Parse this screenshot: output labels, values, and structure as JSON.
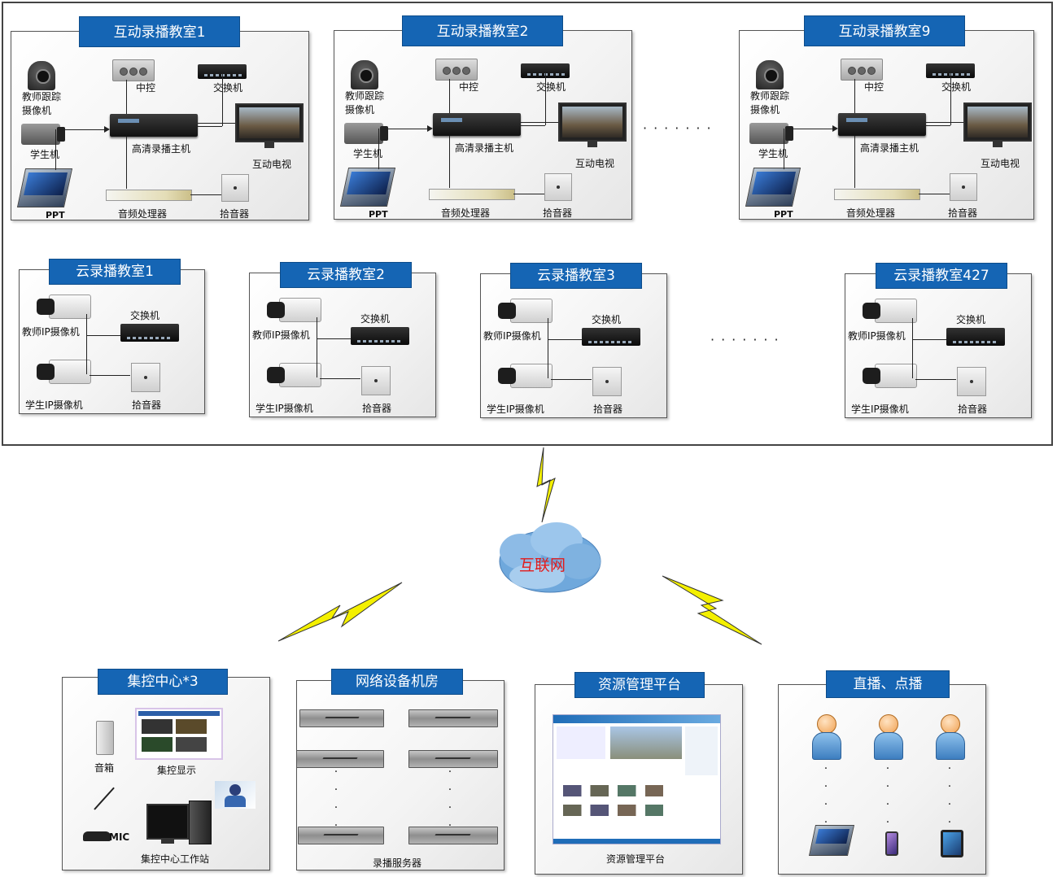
{
  "interactive_rooms": [
    {
      "title": "互动录播教室1",
      "teacher_cam": "教师跟踪\n摄像机",
      "control": "中控",
      "switch": "交换机",
      "student": "学生机",
      "host": "高清录播主机",
      "tv": "互动电视",
      "ppt": "PPT",
      "audio": "音频处理器",
      "mic": "拾音器"
    },
    {
      "title": "互动录播教室2",
      "teacher_cam": "教师跟踪\n摄像机",
      "control": "中控",
      "switch": "交换机",
      "student": "学生机",
      "host": "高清录播主机",
      "tv": "互动电视",
      "ppt": "PPT",
      "audio": "音频处理器",
      "mic": "拾音器"
    },
    {
      "title": "互动录播教室9",
      "teacher_cam": "教师跟踪\n摄像机",
      "control": "中控",
      "switch": "交换机",
      "student": "学生机",
      "host": "高清录播主机",
      "tv": "互动电视",
      "ppt": "PPT",
      "audio": "音频处理器",
      "mic": "拾音器"
    }
  ],
  "cloud_rooms": [
    {
      "title": "云录播教室1",
      "teacher": "教师IP摄像机",
      "switch": "交换机",
      "student": "学生IP摄像机",
      "mic": "拾音器"
    },
    {
      "title": "云录播教室2",
      "teacher": "教师IP摄像机",
      "switch": "交换机",
      "student": "学生IP摄像机",
      "mic": "拾音器"
    },
    {
      "title": "云录播教室3",
      "teacher": "教师IP摄像机",
      "switch": "交换机",
      "student": "学生IP摄像机",
      "mic": "拾音器"
    },
    {
      "title": "云录播教室427",
      "teacher": "教师IP摄像机",
      "switch": "交换机",
      "student": "学生IP摄像机",
      "mic": "拾音器"
    }
  ],
  "internet": "互联网",
  "bottom": {
    "control_center": {
      "title": "集控中心*3",
      "speaker": "音箱",
      "display": "集控显示",
      "mic": "MIC",
      "workstation": "集控中心工作站"
    },
    "network_room": {
      "title": "网络设备机房",
      "servers": "录播服务器"
    },
    "resource": {
      "title": "资源管理平台",
      "caption": "资源管理平台"
    },
    "live": {
      "title": "直播、点播"
    }
  },
  "colors": {
    "title_bg": "#1565b4",
    "bolt": "#f4f000",
    "cloud": "#6fa8dc",
    "internet_text": "#e31b1b"
  }
}
